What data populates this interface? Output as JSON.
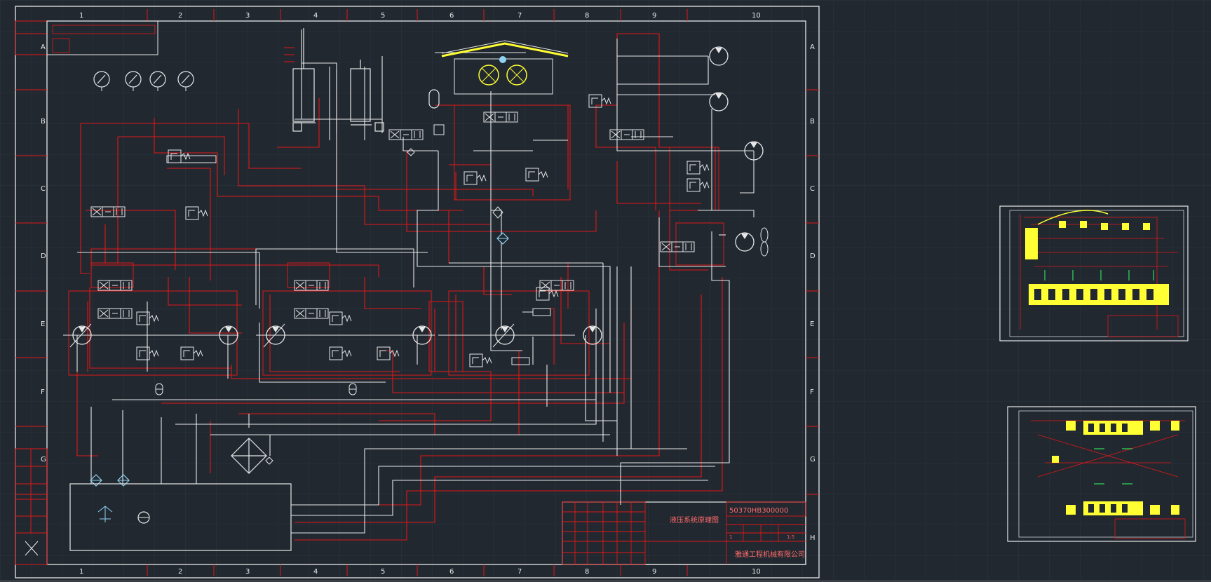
{
  "drawing": {
    "columns": [
      "1",
      "2",
      "3",
      "4",
      "5",
      "6",
      "7",
      "8",
      "9",
      "10"
    ],
    "rows": [
      "A",
      "B",
      "C",
      "D",
      "E",
      "F",
      "G",
      "H"
    ],
    "code_block_text": "50370HB300000",
    "revision_mark": "1:5",
    "sheet_mark": "1",
    "drawing_title": "液压系统原理图",
    "company": "雅通工程机械有限公司"
  },
  "colors": {
    "background": "#212830",
    "grid": "#2c3440",
    "line_white": "#e8e8e8",
    "line_red": "#e01818",
    "symbol_cyan": "#8fd3f4",
    "highlight_yellow": "#ffff33"
  },
  "icons": {
    "pump": "pump-icon",
    "motor": "motor-icon",
    "valve": "directional-valve-icon",
    "gauge": "pressure-gauge-icon",
    "filter": "filter-icon",
    "cylinder": "hydraulic-cylinder-icon",
    "accumulator": "accumulator-icon",
    "fan": "cooling-fan-icon"
  }
}
